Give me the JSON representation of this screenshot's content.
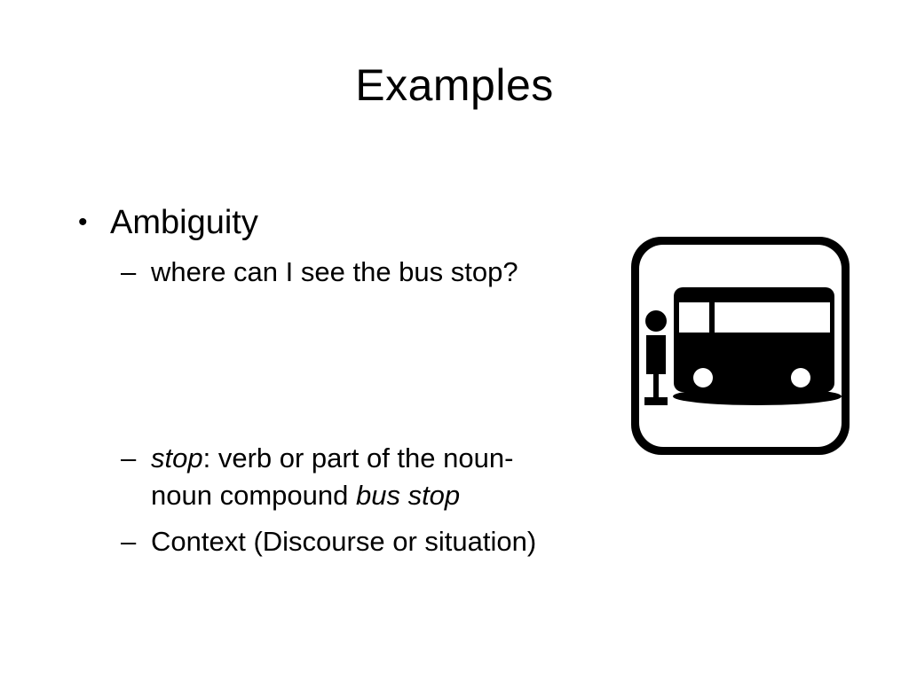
{
  "slide": {
    "title": "Examples",
    "bullet_symbol": "•",
    "dash_symbol": "–",
    "bullets": [
      {
        "text": "Ambiguity",
        "subbullets": [
          {
            "text": "where can I see the bus stop?"
          },
          {
            "italic_term": "stop",
            "text_after_term": ": verb or part of the noun-",
            "continuation_text": "noun compound ",
            "continuation_italic": "bus stop"
          },
          {
            "text": "Context (Discourse or situation)"
          }
        ]
      }
    ]
  },
  "image": {
    "icon": "bus-stop-sign-icon",
    "colors": {
      "foreground": "#000000",
      "background": "#ffffff"
    }
  }
}
